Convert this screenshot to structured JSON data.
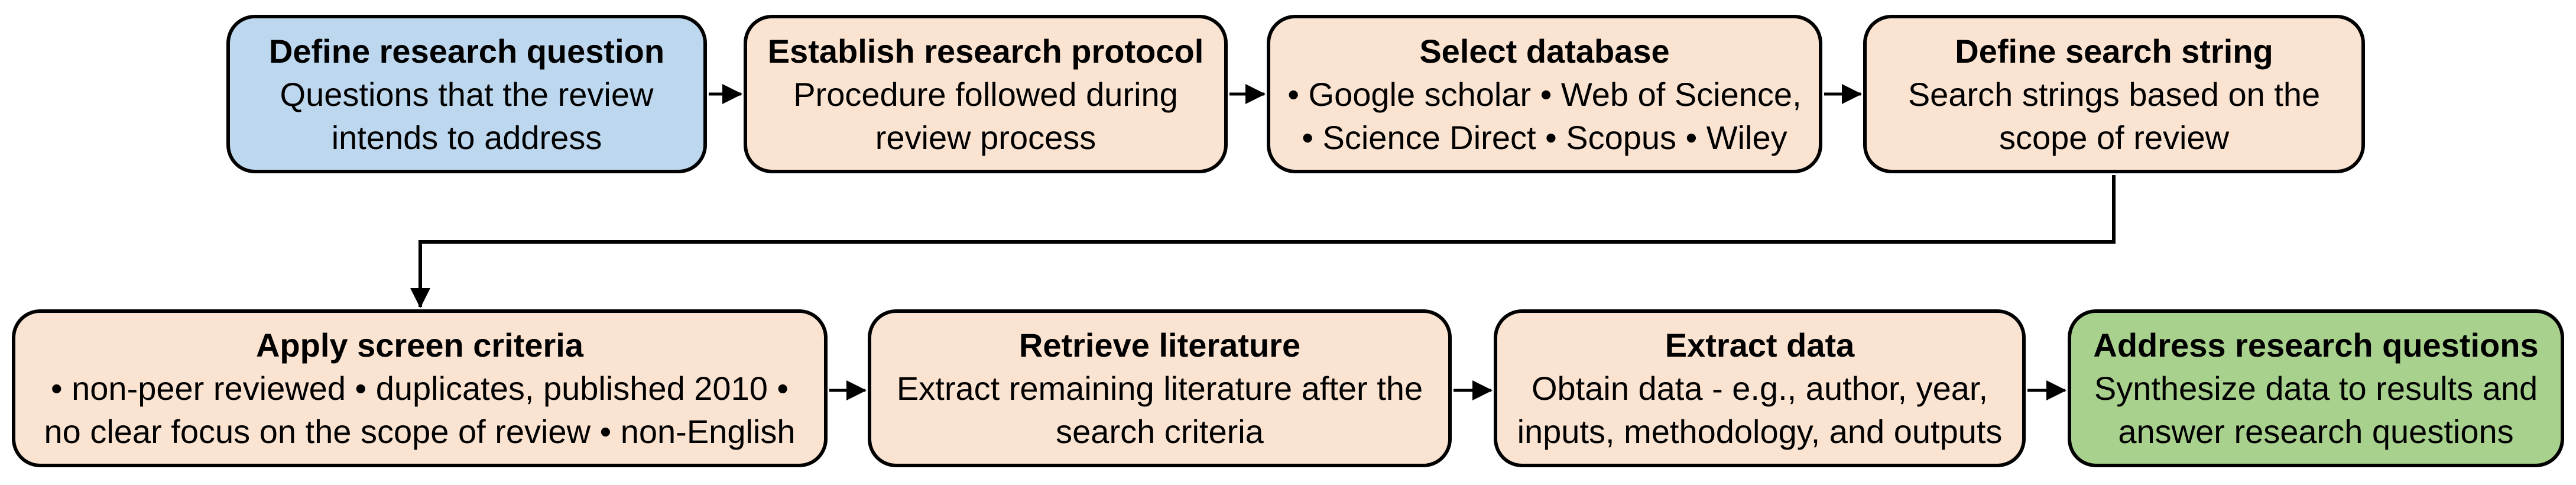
{
  "diagram": {
    "background_color": "#ffffff",
    "border_color": "#000000",
    "arrow_color": "#000000",
    "node_fills": {
      "start": "#BDD7EE",
      "process": "#FBE3D1",
      "end": "#A9D18E"
    },
    "flow_order": [
      "define-research-question",
      "establish-research-protocol",
      "select-database",
      "define-search-string",
      "apply-screen-criteria",
      "retrieve-literature",
      "extract-data",
      "address-research-questions"
    ],
    "nodes": [
      {
        "id": "define-research-question",
        "title": "Define research question",
        "line1": "Questions that the review",
        "line2": "intends to address",
        "fill": "#BDD7EE"
      },
      {
        "id": "establish-research-protocol",
        "title": "Establish research protocol",
        "line1": "Procedure followed during",
        "line2": "review process",
        "fill": "#FBE3D1"
      },
      {
        "id": "select-database",
        "title": "Select database",
        "line1": "• Google scholar • Web of Science,",
        "line2": "• Science Direct • Scopus • Wiley",
        "fill": "#FBE3D1"
      },
      {
        "id": "define-search-string",
        "title": "Define search string",
        "line1": "Search strings based on the",
        "line2": "scope of review",
        "fill": "#FBE3D1"
      },
      {
        "id": "apply-screen-criteria",
        "title": "Apply screen criteria",
        "line1": "• non-peer reviewed • duplicates, published 2010 •",
        "line2": "no clear focus on the scope of review • non-English",
        "fill": "#FBE3D1"
      },
      {
        "id": "retrieve-literature",
        "title": "Retrieve literature",
        "line1": "Extract remaining literature after the",
        "line2": "search criteria",
        "fill": "#FBE3D1"
      },
      {
        "id": "extract-data",
        "title": "Extract data",
        "line1": "Obtain data - e.g., author, year,",
        "line2": "inputs, methodology, and outputs",
        "fill": "#FBE3D1"
      },
      {
        "id": "address-research-questions",
        "title": "Address research questions",
        "line1": "Synthesize data to results and",
        "line2": "answer research questions",
        "fill": "#A9D18E"
      }
    ]
  }
}
